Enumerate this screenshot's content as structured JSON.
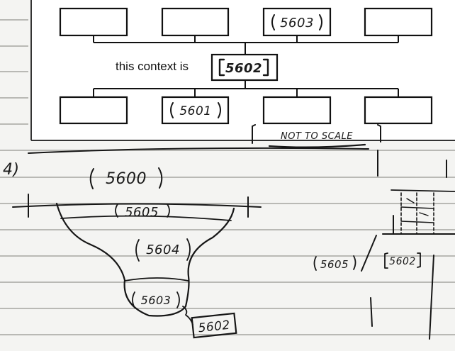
{
  "matrix": {
    "top_row": [
      "",
      "",
      "5603",
      ""
    ],
    "middle_prefix": "this context is",
    "middle_label": "5602",
    "bottom_row": [
      "",
      "5601",
      "",
      ""
    ],
    "footer_note": "NOT TO SCALE"
  },
  "sketch": {
    "number": "4)",
    "layer_top": "5600",
    "layers": [
      "5605",
      "5604",
      "5603"
    ],
    "tag": "5602"
  },
  "section": {
    "left_label": "5605",
    "right_label": "5602"
  }
}
